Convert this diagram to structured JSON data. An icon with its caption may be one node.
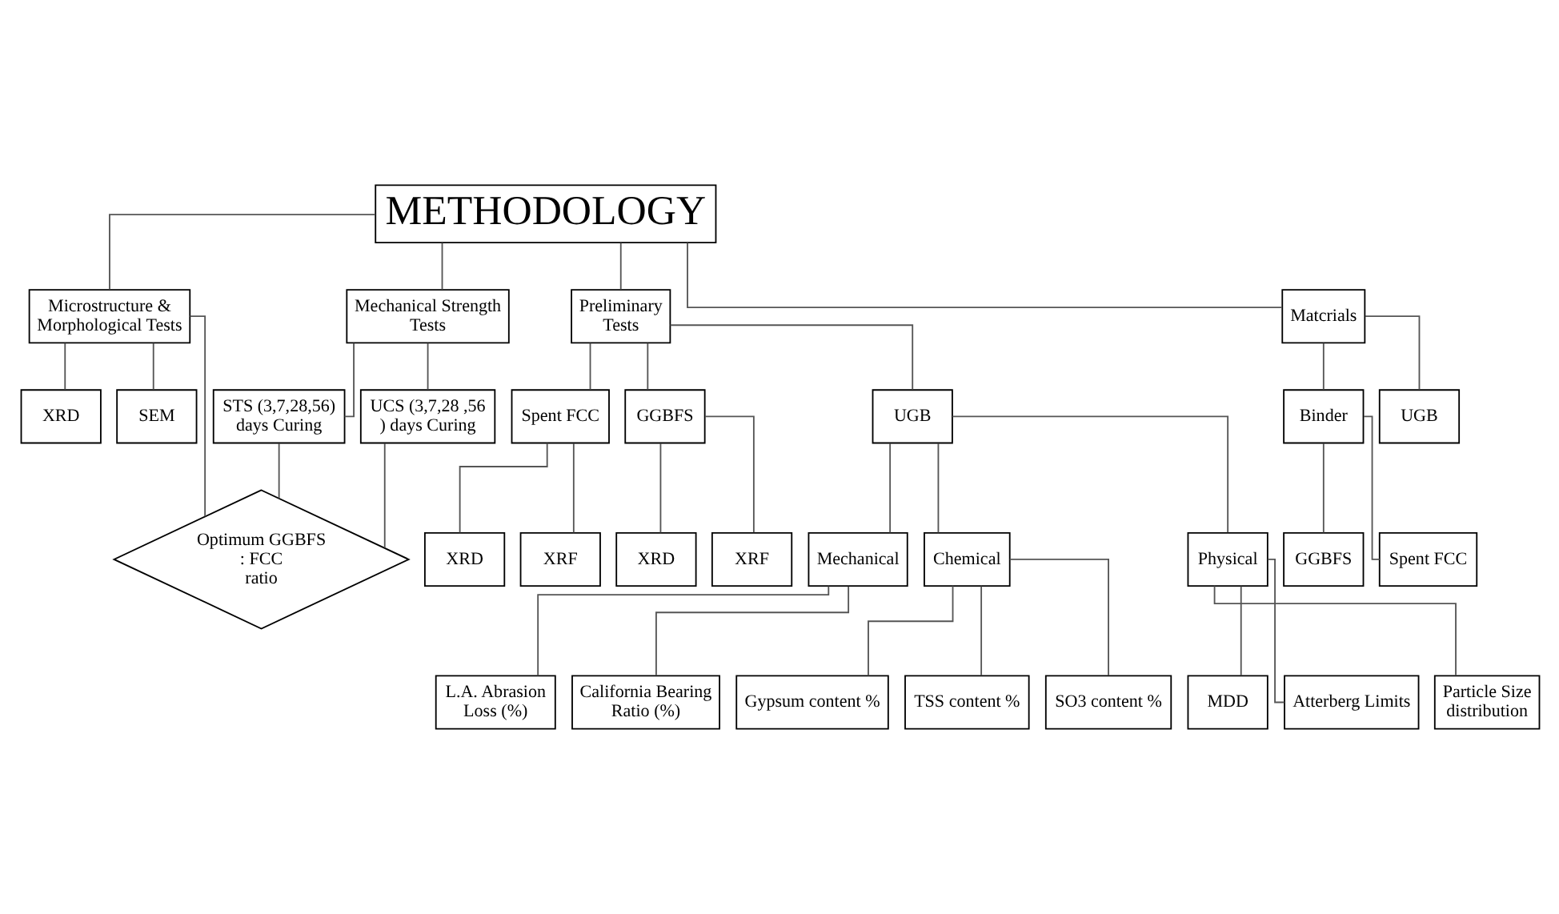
{
  "diagram": {
    "nodes": [
      {
        "text": [
          "METHODOLOGY"
        ]
      },
      {
        "text": [
          "Microstructure & Morphological Tests"
        ]
      },
      {
        "text": [
          "Mechanical Strength Tests"
        ]
      },
      {
        "text": [
          "Preliminary Tests"
        ]
      },
      {
        "text": [
          "Matcrials"
        ]
      },
      {
        "text": [
          "STS (3,7,28,56) days Curing"
        ]
      },
      {
        "text": [
          "UCS (3,7,28 ,56 ) days Curing"
        ]
      },
      {
        "text": [
          "Optimum GGBFS : FCC ratio"
        ]
      },
      {
        "text": [
          "XRD"
        ]
      },
      {
        "text": [
          "SEM"
        ]
      },
      {
        "text": [
          "Spent FCC"
        ]
      },
      {
        "text": [
          "GGBFS"
        ]
      },
      {
        "text": [
          "UGB"
        ]
      },
      {
        "text": [
          "XRD"
        ]
      },
      {
        "text": [
          "XRF"
        ]
      },
      {
        "text": [
          "XRD"
        ]
      },
      {
        "text": [
          "XRF"
        ]
      },
      {
        "text": [
          "Mechanical"
        ]
      },
      {
        "text": [
          "Chemical"
        ]
      },
      {
        "text": [
          "Physical"
        ]
      },
      {
        "text": [
          "L.A. Abrasion Loss (%)"
        ]
      },
      {
        "text": [
          "California Bearing Ratio (%)"
        ]
      },
      {
        "text": [
          "Gypsum content %"
        ]
      },
      {
        "text": [
          "TSS content %"
        ]
      },
      {
        "text": [
          "SO3 content %"
        ]
      },
      {
        "text": [
          "MDD"
        ]
      },
      {
        "text": [
          "Atterberg Limits"
        ]
      },
      {
        "text": [
          "Particle Size distribution"
        ]
      },
      {
        "text": [
          "Binder"
        ]
      },
      {
        "text": [
          "UGB"
        ]
      },
      {
        "text": [
          "GGBFS"
        ]
      },
      {
        "text": [
          "Spent FCC"
        ]
      }
    ],
    "edges": [
      {
        "from": 0,
        "to": 1,
        "arrow": "none"
      },
      {
        "from": 0,
        "to": 2,
        "arrow": "none"
      },
      {
        "from": 0,
        "to": 3,
        "arrow": "none"
      },
      {
        "from": 0,
        "to": 4,
        "arrow": "none"
      },
      {
        "from": 1,
        "to": 8,
        "arrow": "none"
      },
      {
        "from": 1,
        "to": 9,
        "arrow": "none"
      },
      {
        "from": 1,
        "to": 7,
        "arrow": "none"
      },
      {
        "from": 2,
        "to": 5,
        "arrow": "none"
      },
      {
        "from": 2,
        "to": 6,
        "arrow": "none"
      },
      {
        "from": 5,
        "to": 7,
        "arrow": "none"
      },
      {
        "from": 6,
        "to": 7,
        "arrow": "none"
      },
      {
        "from": 3,
        "to": 10,
        "arrow": "none"
      },
      {
        "from": 3,
        "to": 11,
        "arrow": "none"
      },
      {
        "from": 3,
        "to": 12,
        "arrow": "none"
      },
      {
        "from": 10,
        "to": 13,
        "arrow": "none"
      },
      {
        "from": 10,
        "to": 14,
        "arrow": "none"
      },
      {
        "from": 11,
        "to": 15,
        "arrow": "none"
      },
      {
        "from": 11,
        "to": 16,
        "arrow": "none"
      },
      {
        "from": 12,
        "to": 17,
        "arrow": "none"
      },
      {
        "from": 12,
        "to": 18,
        "arrow": "none"
      },
      {
        "from": 12,
        "to": 19,
        "arrow": "none"
      },
      {
        "from": 17,
        "to": 20,
        "arrow": "none"
      },
      {
        "from": 17,
        "to": 21,
        "arrow": "none"
      },
      {
        "from": 18,
        "to": 22,
        "arrow": "none"
      },
      {
        "from": 18,
        "to": 23,
        "arrow": "none"
      },
      {
        "from": 18,
        "to": 24,
        "arrow": "none"
      },
      {
        "from": 19,
        "to": 25,
        "arrow": "none"
      },
      {
        "from": 19,
        "to": 26,
        "arrow": "none"
      },
      {
        "from": 19,
        "to": 27,
        "arrow": "none"
      },
      {
        "from": 4,
        "to": 28,
        "arrow": "none"
      },
      {
        "from": 4,
        "to": 29,
        "arrow": "none"
      },
      {
        "from": 28,
        "to": 30,
        "arrow": "none"
      },
      {
        "from": 28,
        "to": 31,
        "arrow": "none"
      }
    ]
  }
}
